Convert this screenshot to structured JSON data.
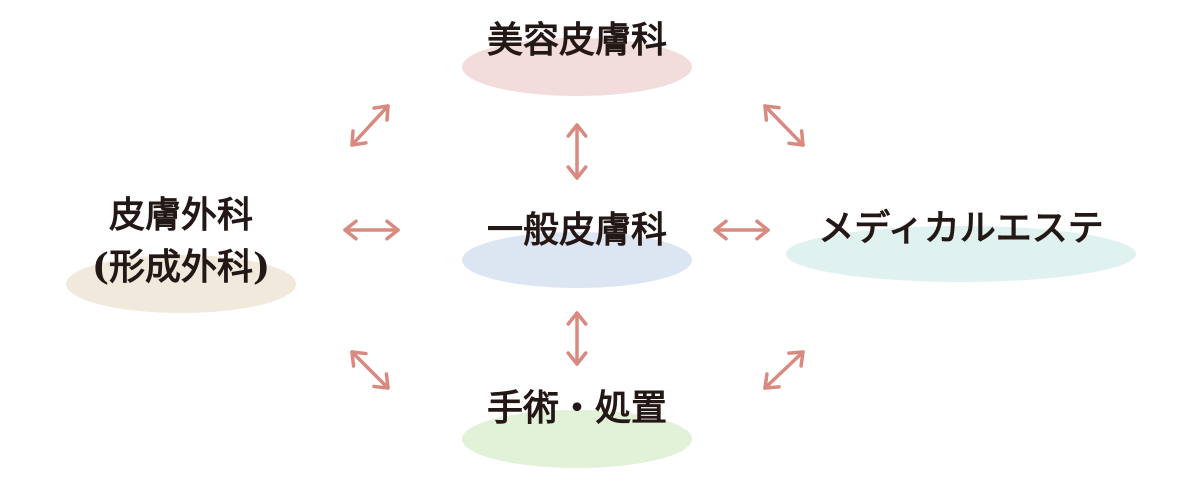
{
  "nodes": {
    "cosmetic": {
      "label": "美容皮膚科",
      "color": "#f2dcdc"
    },
    "general": {
      "label": "一般皮膚科",
      "color": "#dce6f2"
    },
    "esthetic": {
      "label": "メディカルエステ",
      "color": "#dff2f0"
    },
    "surgery": {
      "line1": "皮膚外科",
      "line2": "(形成外科)",
      "color": "#f1e9dc"
    },
    "procedure": {
      "label": "手術・処置",
      "color": "#e2f2d9"
    }
  },
  "arrow_color": "#d98a80"
}
